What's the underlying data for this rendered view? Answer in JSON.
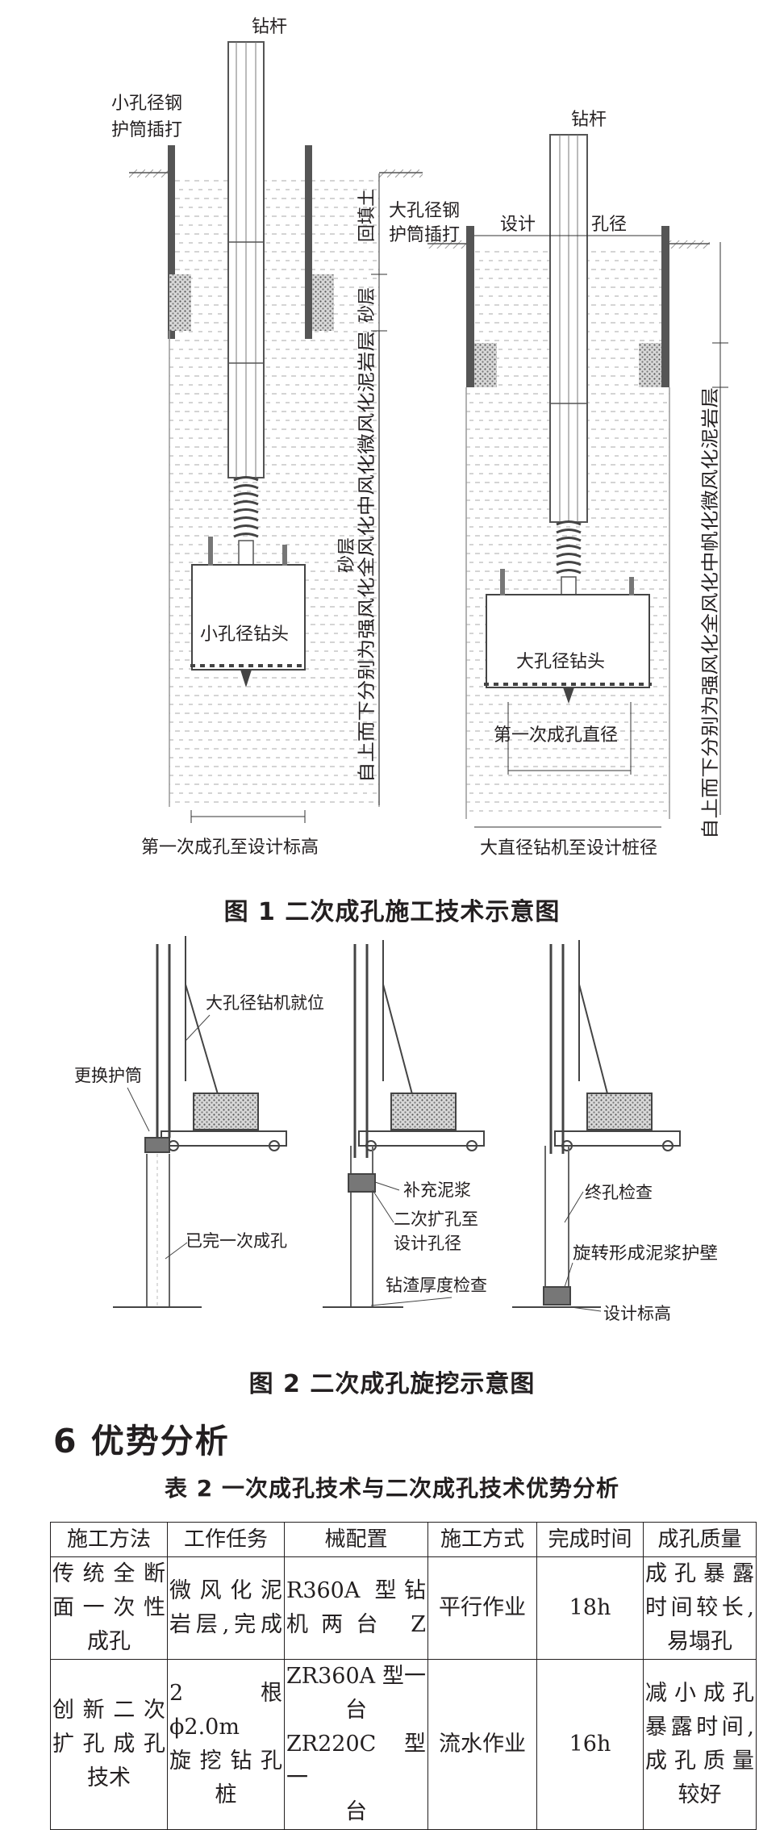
{
  "figure1": {
    "caption": "图 1   二次成孔施工技术示意图",
    "left": {
      "rod_label": "钻杆",
      "casing_label_1": "小孔径钢",
      "casing_label_2": "护筒插打",
      "head_label": "小孔径钻头",
      "bottom_label": "第一次成孔至设计标高",
      "layer_fill": "回填土",
      "layer_sand": "砂层",
      "layer_rock": "自上而下分别为强风化全风化中风化微风化泥岩层",
      "layer_sand_2": "砂层"
    },
    "right": {
      "rod_label": "钻杆",
      "casing_label_1": "大孔径钢",
      "casing_label_2": "护筒插打",
      "design_label": "设计",
      "diameter_label": "孔径",
      "head_label": "大孔径钻头",
      "first_hole_label": "第一次成孔直径",
      "bottom_label": "大直径钻机至设计桩径",
      "layer_rock": "自上而下分别为强风化全风化中帆化微风化泥岩层"
    }
  },
  "figure2": {
    "caption": "图 2   二次成孔旋挖示意图",
    "labels": {
      "rig_position": "大孔径钻机就位",
      "change_casing": "更换护筒",
      "finished_hole": "已完一次成孔",
      "add_slurry": "补充泥浆",
      "second_ream_1": "二次扩孔至",
      "second_ream_2": "设计孔径",
      "slag_check": "钻渣厚度检查",
      "final_check": "终孔检查",
      "slurry_wall": "旋转形成泥浆护壁",
      "design_elev": "设计标高"
    }
  },
  "section": {
    "heading": "6  优势分析"
  },
  "table": {
    "title": "表 2   一次成孔技术与二次成孔技术优势分析",
    "headers": [
      "施工方法",
      "工作任务",
      "械配置",
      "施工方式",
      "完成时间",
      "成孔质量"
    ],
    "rows": [
      {
        "method": [
          "传统全断",
          "面一次性",
          "成孔"
        ],
        "task": [
          "微风化泥",
          "岩层,完成"
        ],
        "equipment": [
          "R360A 型钻",
          "机两台 Z"
        ],
        "mode": "平行作业",
        "time": "18h",
        "quality": [
          "成孔暴露",
          "时间较长,",
          "易塌孔"
        ]
      },
      {
        "method": [
          "创新二次",
          "扩孔成孔",
          "技术"
        ],
        "task": [
          "2 根 ϕ2.0m",
          "旋挖钻孔",
          "桩"
        ],
        "equipment": [
          "ZR360A 型一",
          "台",
          "ZR220C 型一",
          "台"
        ],
        "mode": "流水作业",
        "time": "16h",
        "quality": [
          "减小成孔",
          "暴露时间,",
          "成孔质量",
          "较好"
        ]
      }
    ]
  }
}
